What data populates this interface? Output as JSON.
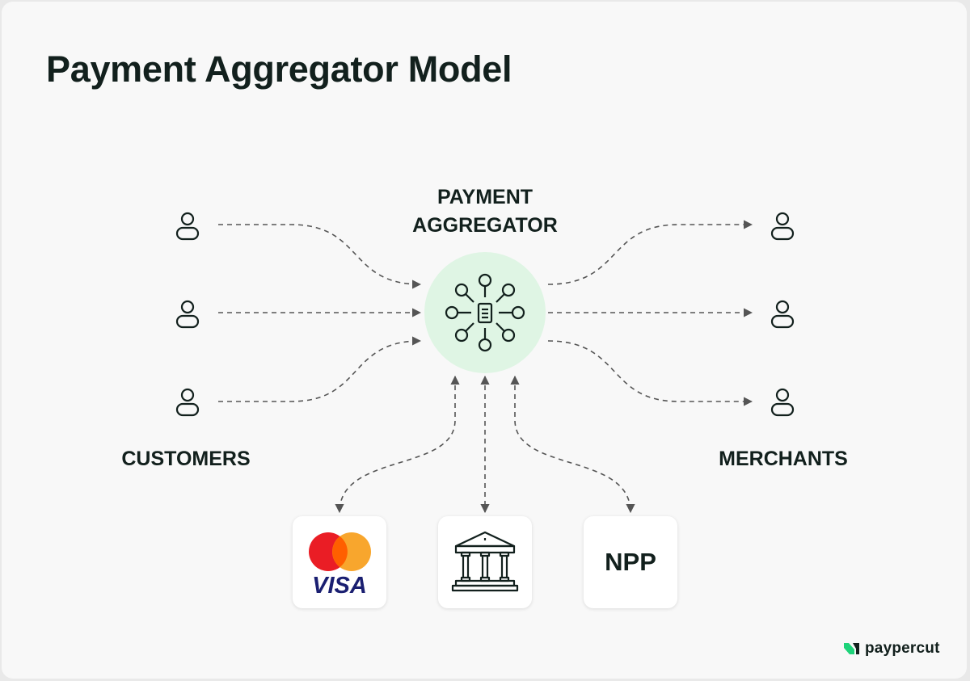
{
  "title": "Payment Aggregator Model",
  "hub": {
    "label_line1": "PAYMENT",
    "label_line2": "AGGREGATOR",
    "icon": "network-hub-icon",
    "color": "#dff5e4"
  },
  "customers": {
    "label": "CUSTOMERS",
    "icon": "user-icon",
    "count": 3
  },
  "merchants": {
    "label": "MERCHANTS",
    "icon": "user-icon",
    "count": 3
  },
  "payment_methods": [
    {
      "name": "cards",
      "icons": [
        "mastercard-icon",
        "visa-icon"
      ],
      "text": "VISA"
    },
    {
      "name": "bank",
      "icons": [
        "bank-icon"
      ]
    },
    {
      "name": "npp",
      "text": "NPP"
    }
  ],
  "brand": {
    "name": "paypercut",
    "icon": "paypercut-logo-icon",
    "color": "#1ed37a"
  },
  "colors": {
    "arrow": "#555555",
    "text": "#12201d"
  }
}
